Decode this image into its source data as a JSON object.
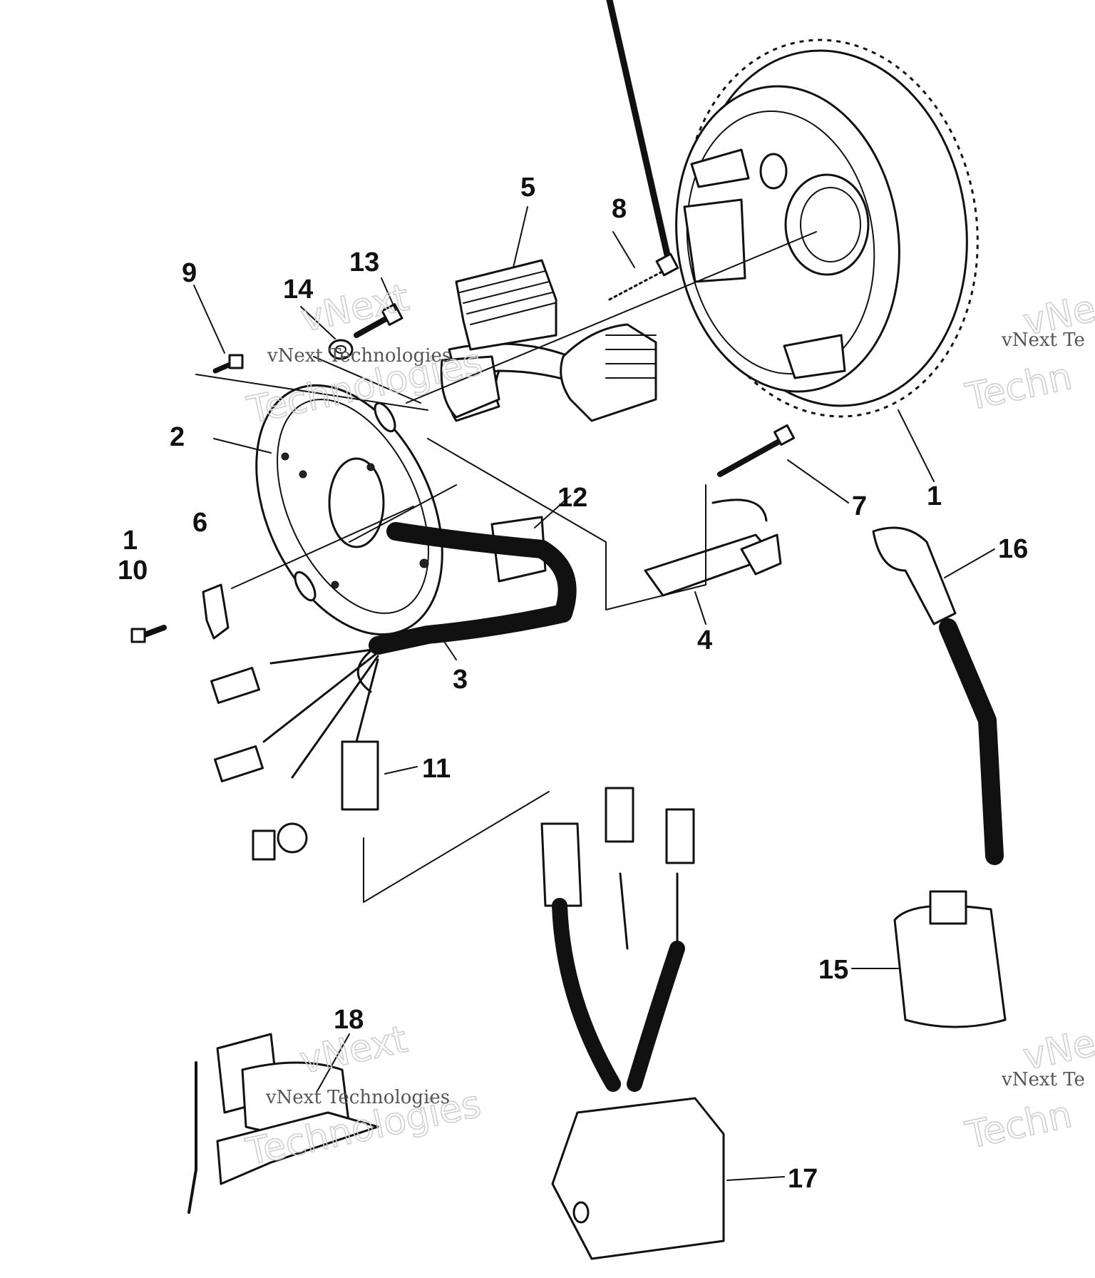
{
  "diagram": {
    "callouts": [
      {
        "id": "c1a",
        "label": "1"
      },
      {
        "id": "c1b",
        "label": "1"
      },
      {
        "id": "c10",
        "label": "10"
      },
      {
        "id": "c2",
        "label": "2"
      },
      {
        "id": "c3",
        "label": "3"
      },
      {
        "id": "c4",
        "label": "4"
      },
      {
        "id": "c5",
        "label": "5"
      },
      {
        "id": "c6",
        "label": "6"
      },
      {
        "id": "c7",
        "label": "7"
      },
      {
        "id": "c8",
        "label": "8"
      },
      {
        "id": "c9",
        "label": "9"
      },
      {
        "id": "c11",
        "label": "11"
      },
      {
        "id": "c12",
        "label": "12"
      },
      {
        "id": "c13",
        "label": "13"
      },
      {
        "id": "c14",
        "label": "14"
      },
      {
        "id": "c15",
        "label": "15"
      },
      {
        "id": "c16",
        "label": "16"
      },
      {
        "id": "c17",
        "label": "17"
      },
      {
        "id": "c18",
        "label": "18"
      }
    ],
    "watermarks": {
      "line1": "vNext",
      "line2": "Technologies",
      "small": "vNext Technologies",
      "right_top_big1": "vNe",
      "right_top_small": "vNext Te",
      "right_top_big2": "Techn",
      "right_bot_big1": "vNe",
      "right_bot_small": "vNext Te",
      "right_bot_big2": "Techn"
    }
  }
}
